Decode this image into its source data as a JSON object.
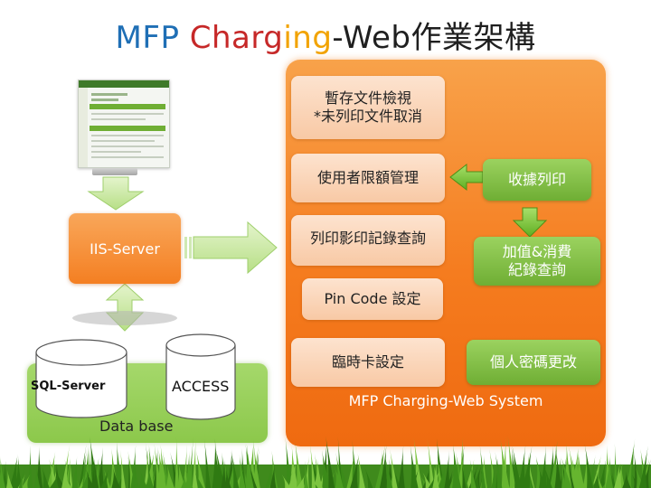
{
  "title": {
    "part1": "MFP ",
    "part2": "Charg",
    "part3": "ing",
    "part4": "-Web作業架構"
  },
  "left": {
    "iis_server": "IIS-Server",
    "sql_server": "SQL-Server",
    "access": "ACCESS",
    "database": "Data base"
  },
  "panel": {
    "box1_line1": "暫存文件檢視",
    "box1_line2": "*未列印文件取消",
    "box2": "使用者限額管理",
    "box3": "列印影印記錄查詢",
    "box4": "收據列印",
    "box5_line1": "加值&消費",
    "box5_line2": "紀錄查詢",
    "pin_code": "Pin Code 設定",
    "temp_card": "臨時卡設定",
    "personal_pwd": "個人密碼更改",
    "system_name": "MFP Charging-Web System"
  },
  "colors": {
    "title_blue": "#1f6fb5",
    "title_red": "#c62828",
    "title_orange": "#f2a300",
    "panel_orange": "#f57c1f",
    "box_peach": "#f8c9a5",
    "box_green": "#6fae34",
    "db_green": "#8cc84b"
  },
  "icons": [
    "screenshot-thumbnail",
    "database-cylinder",
    "arrow-down",
    "arrow-right",
    "arrow-left",
    "arrow-updown",
    "grass-border"
  ]
}
